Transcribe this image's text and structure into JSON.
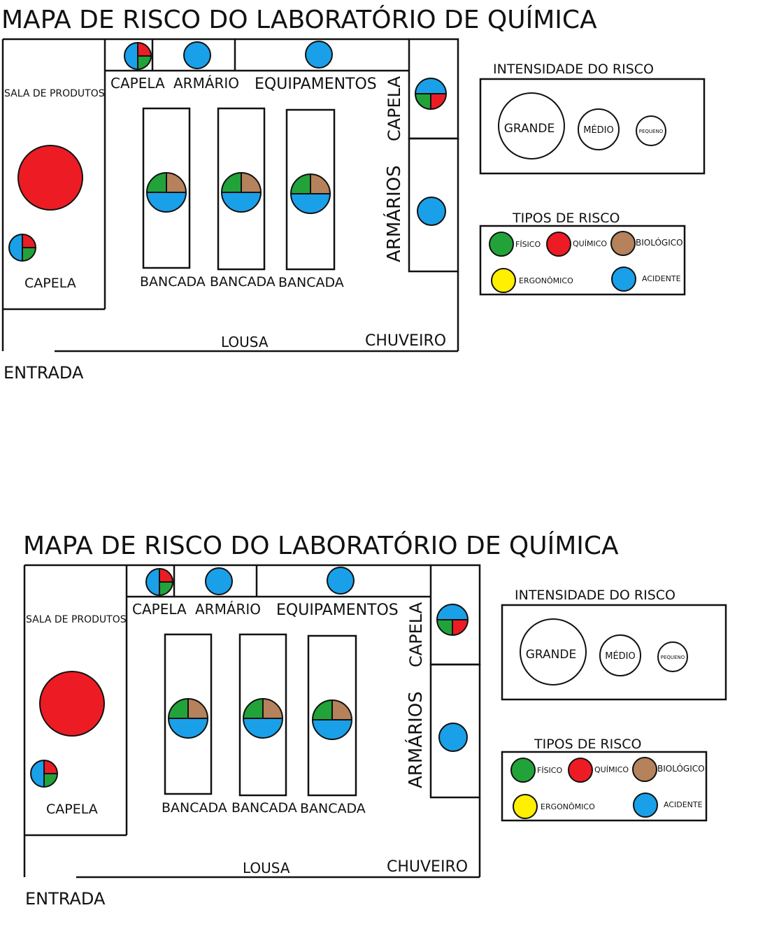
{
  "title": "MAPA DE RISCO DO LABORATÓRIO DE QUÍMICA",
  "colors": {
    "fisico": "#22a33a",
    "quimico": "#ed1c24",
    "biologico": "#b5825b",
    "ergonomico": "#ffef00",
    "acidente": "#1aa0e8",
    "line": "#111111"
  },
  "labels": {
    "sala_produtos": "SALA DE PRODUTOS",
    "capela": "CAPELA",
    "armario": "ARMÁRIO",
    "armarios": "ARMÁRIOS",
    "equipamentos": "EQUIPAMENTOS",
    "bancada": "BANCADA",
    "lousa": "LOUSA",
    "chuveiro": "CHUVEIRO",
    "entrada": "ENTRADA"
  },
  "intensidade": {
    "title": "INTENSIDADE DO RISCO",
    "grande": "GRANDE",
    "medio": "MÉDIO",
    "pequeno": "PEQUENO"
  },
  "tipos": {
    "title": "TIPOS DE RISCO",
    "fisico": "FÍSICO",
    "quimico": "QUÍMICO",
    "biologico": "BIOLÓGICO",
    "ergonomico": "ERGONÔMICO",
    "acidente": "ACIDENTE"
  },
  "risks": {
    "sala_produtos": [
      "quimico"
    ],
    "capela_sala": [
      "acidente",
      "quimico",
      "fisico"
    ],
    "capela_topo": [
      "acidente",
      "quimico",
      "fisico"
    ],
    "armario_topo": [
      "acidente"
    ],
    "equipamentos": [
      "acidente"
    ],
    "capela_direita": [
      "acidente",
      "quimico",
      "fisico"
    ],
    "armarios": [
      "acidente"
    ],
    "bancada": [
      "acidente",
      "fisico",
      "biologico"
    ]
  }
}
